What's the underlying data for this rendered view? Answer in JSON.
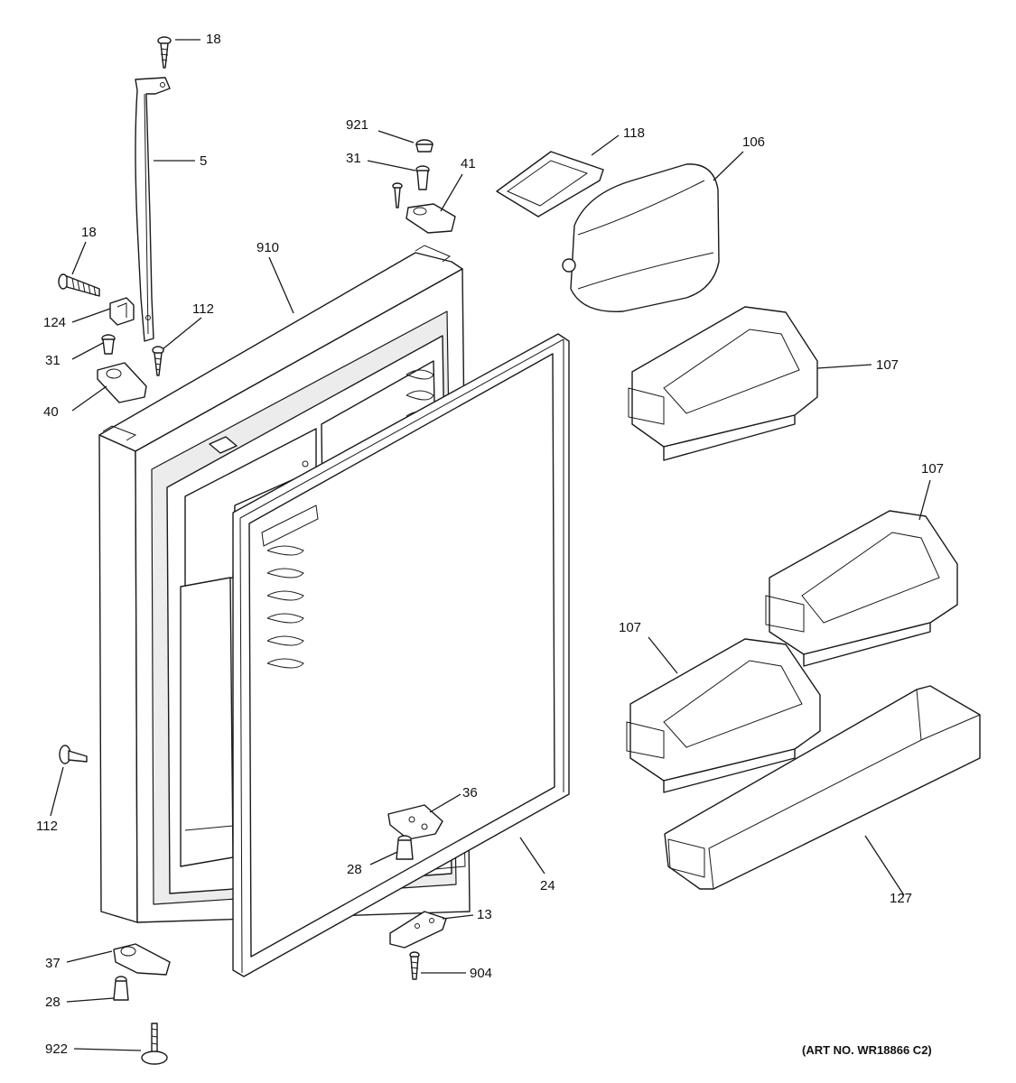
{
  "art_number": "(ART NO. WR18866 C2)",
  "callouts": [
    {
      "id": "c18a",
      "label": "18"
    },
    {
      "id": "c5",
      "label": "5"
    },
    {
      "id": "c18b",
      "label": "18"
    },
    {
      "id": "c124",
      "label": "124"
    },
    {
      "id": "c112a",
      "label": "112"
    },
    {
      "id": "c31a",
      "label": "31"
    },
    {
      "id": "c40",
      "label": "40"
    },
    {
      "id": "c910",
      "label": "910"
    },
    {
      "id": "c921",
      "label": "921"
    },
    {
      "id": "c31b",
      "label": "31"
    },
    {
      "id": "c41",
      "label": "41"
    },
    {
      "id": "c118",
      "label": "118"
    },
    {
      "id": "c106",
      "label": "106"
    },
    {
      "id": "c107a",
      "label": "107"
    },
    {
      "id": "c107b",
      "label": "107"
    },
    {
      "id": "c107c",
      "label": "107"
    },
    {
      "id": "c112b",
      "label": "112"
    },
    {
      "id": "c36",
      "label": "36"
    },
    {
      "id": "c28a",
      "label": "28"
    },
    {
      "id": "c24",
      "label": "24"
    },
    {
      "id": "c127",
      "label": "127"
    },
    {
      "id": "c13",
      "label": "13"
    },
    {
      "id": "c904",
      "label": "904"
    },
    {
      "id": "c37",
      "label": "37"
    },
    {
      "id": "c28b",
      "label": "28"
    },
    {
      "id": "c922",
      "label": "922"
    }
  ]
}
